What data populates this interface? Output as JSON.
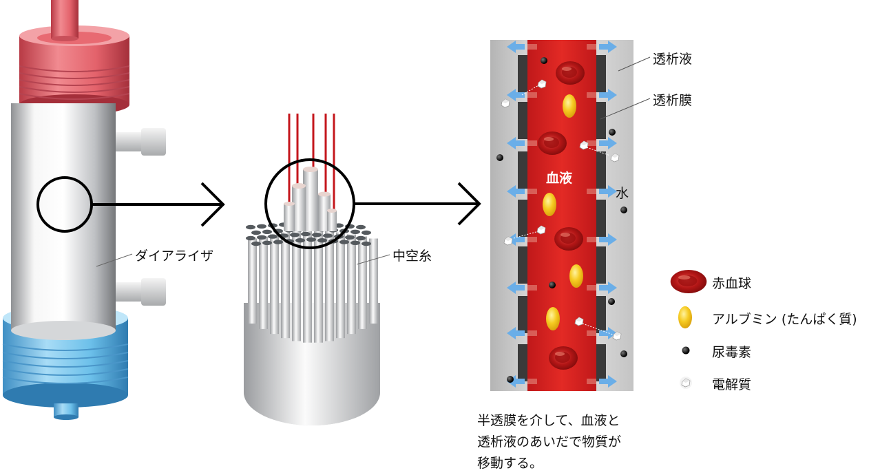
{
  "labels": {
    "dialyzer": "ダイアライザ",
    "hollow_fiber": "中空糸",
    "dialysate": "透析液",
    "membrane": "透析膜",
    "blood": "血液",
    "water": "水"
  },
  "legend": [
    {
      "icon": "red-blood-cell-icon",
      "label": "赤血球"
    },
    {
      "icon": "albumin-icon",
      "label": "アルブミン (たんぱく質)"
    },
    {
      "icon": "uremic-toxin-icon",
      "label": "尿毒素"
    },
    {
      "icon": "electrolyte-icon",
      "label": "電解質"
    }
  ],
  "caption": {
    "line1": "半透膜を介して、血液と",
    "line2": "透析液のあいだで物質が",
    "line3": "移動する。"
  },
  "colors": {
    "blood": "#d0201e",
    "albumin": "#f2c21a",
    "water_arrow": "#6aaee8",
    "membrane": "#3a3a3a",
    "dialysate": "#dcdcdc",
    "red_cap": "#e0636b",
    "blue_cap": "#6cc0ea"
  }
}
